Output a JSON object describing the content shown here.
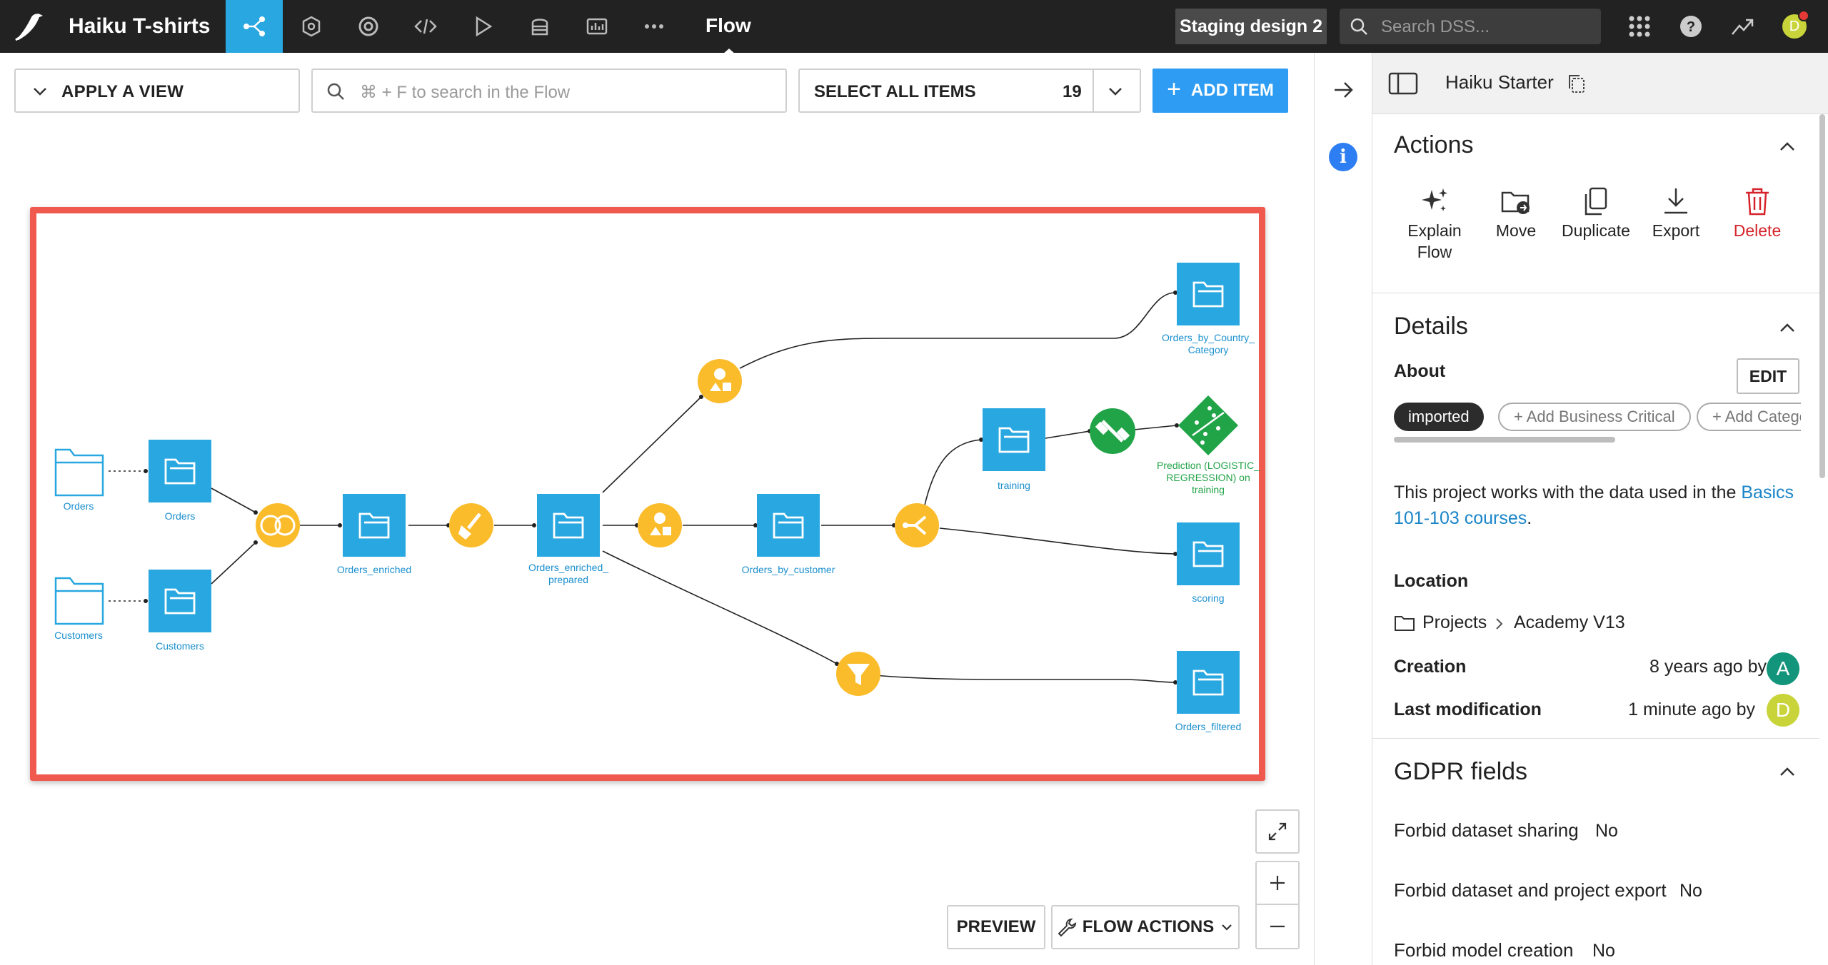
{
  "topbar": {
    "project_name": "Haiku T-shirts",
    "current_view": "Flow",
    "instance": "Staging design 2",
    "search_placeholder": "Search DSS...",
    "user_initial": "D"
  },
  "toolbar": {
    "apply_view": "APPLY A VIEW",
    "flow_search_placeholder": "⌘ + F to search in the Flow",
    "select_all": "SELECT ALL ITEMS",
    "select_count": "19",
    "add_item": "ADD ITEM"
  },
  "flow": {
    "nodes": {
      "orders_folder": "Orders",
      "customers_folder": "Customers",
      "orders": "Orders",
      "customers": "Customers",
      "orders_enriched": "Orders_enriched",
      "orders_enriched_prepared": "Orders_enriched_\nprepared",
      "orders_by_customer": "Orders_by_customer",
      "orders_by_country_category": "Orders_by_Country_\nCategory",
      "training": "training",
      "prediction": "Prediction (LOGISTIC_\nREGRESSION) on\ntraining",
      "scoring": "scoring",
      "orders_filtered": "Orders_filtered"
    },
    "preview": "PREVIEW",
    "flow_actions": "FLOW ACTIONS"
  },
  "panel": {
    "title": "Haiku Starter",
    "actions_title": "Actions",
    "actions": {
      "explain": "Explain\nFlow",
      "move": "Move",
      "duplicate": "Duplicate",
      "export": "Export",
      "delete": "Delete"
    },
    "details_title": "Details",
    "about": "About",
    "edit": "EDIT",
    "tags": {
      "imported": "imported",
      "business": "+ Add Business Critical",
      "category": "+ Add Category"
    },
    "description_prefix": "This project works with the data used in the ",
    "description_link": "Basics 101-103 courses",
    "description_suffix": ".",
    "location_label": "Location",
    "location_projects": "Projects",
    "location_folder": "Academy V13",
    "creation_label": "Creation",
    "creation_value": "8 years ago by",
    "creation_avatar": "A",
    "lastmod_label": "Last modification",
    "lastmod_value": "1 minute ago by",
    "lastmod_avatar": "D",
    "gdpr_title": "GDPR fields",
    "gdpr": {
      "sharing_label": "Forbid dataset sharing",
      "sharing_value": "No",
      "export_label": "Forbid dataset and project export",
      "export_value": "No",
      "model_label": "Forbid model creation",
      "model_value": "No"
    }
  },
  "colors": {
    "dataset_blue": "#29a7e0",
    "recipe_yellow": "#fbbc2c",
    "ml_green": "#21a347",
    "highlight_red": "#f0594d",
    "accent_blue": "#2d9cf2"
  }
}
